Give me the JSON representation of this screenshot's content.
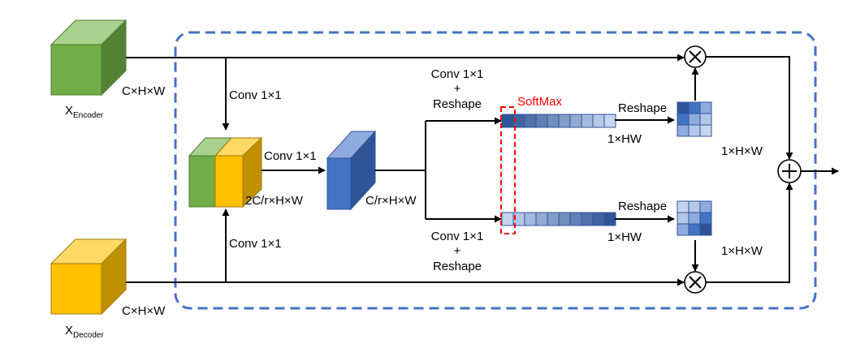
{
  "labels": {
    "encoder_dims": "C×H×W",
    "decoder_dims": "C×H×W",
    "enc_conv": "Conv 1×1",
    "dec_conv": "Conv 1×1",
    "mid_conv": "Conv 1×1",
    "concat_dims": "2C/r×H×W",
    "reduced_dims": "C/r×H×W",
    "top_branch_conv": "Conv 1×1",
    "top_branch_plus": "+",
    "top_branch_reshape": "Reshape",
    "bottom_branch_conv": "Conv 1×1",
    "bottom_branch_plus": "+",
    "bottom_branch_reshape": "Reshape",
    "softmax": "SoftMax",
    "top_vec_dims": "1×HW",
    "bottom_vec_dims": "1×HW",
    "top_reshape": "Reshape",
    "bottom_reshape": "Reshape",
    "top_grid_dims": "1×H×W",
    "bottom_grid_dims": "1×H×W"
  },
  "x_encoder": {
    "base": "X",
    "sub": "Encoder"
  },
  "x_decoder": {
    "base": "X",
    "sub": "Decoder"
  },
  "colors": {
    "dashed_border": "#4472c4",
    "softmax_box": "#ff0000",
    "green_front": "#70ad47",
    "green_top": "#a9d18e",
    "green_side": "#548235",
    "yellow_front": "#ffc000",
    "yellow_top": "#ffd966",
    "yellow_side": "#bf9000",
    "blue_front": "#4472c4",
    "blue_top": "#8faadc",
    "blue_side": "#2f5597",
    "vec_dark": "#2f5597",
    "vec_light": "#c5d5ee"
  }
}
